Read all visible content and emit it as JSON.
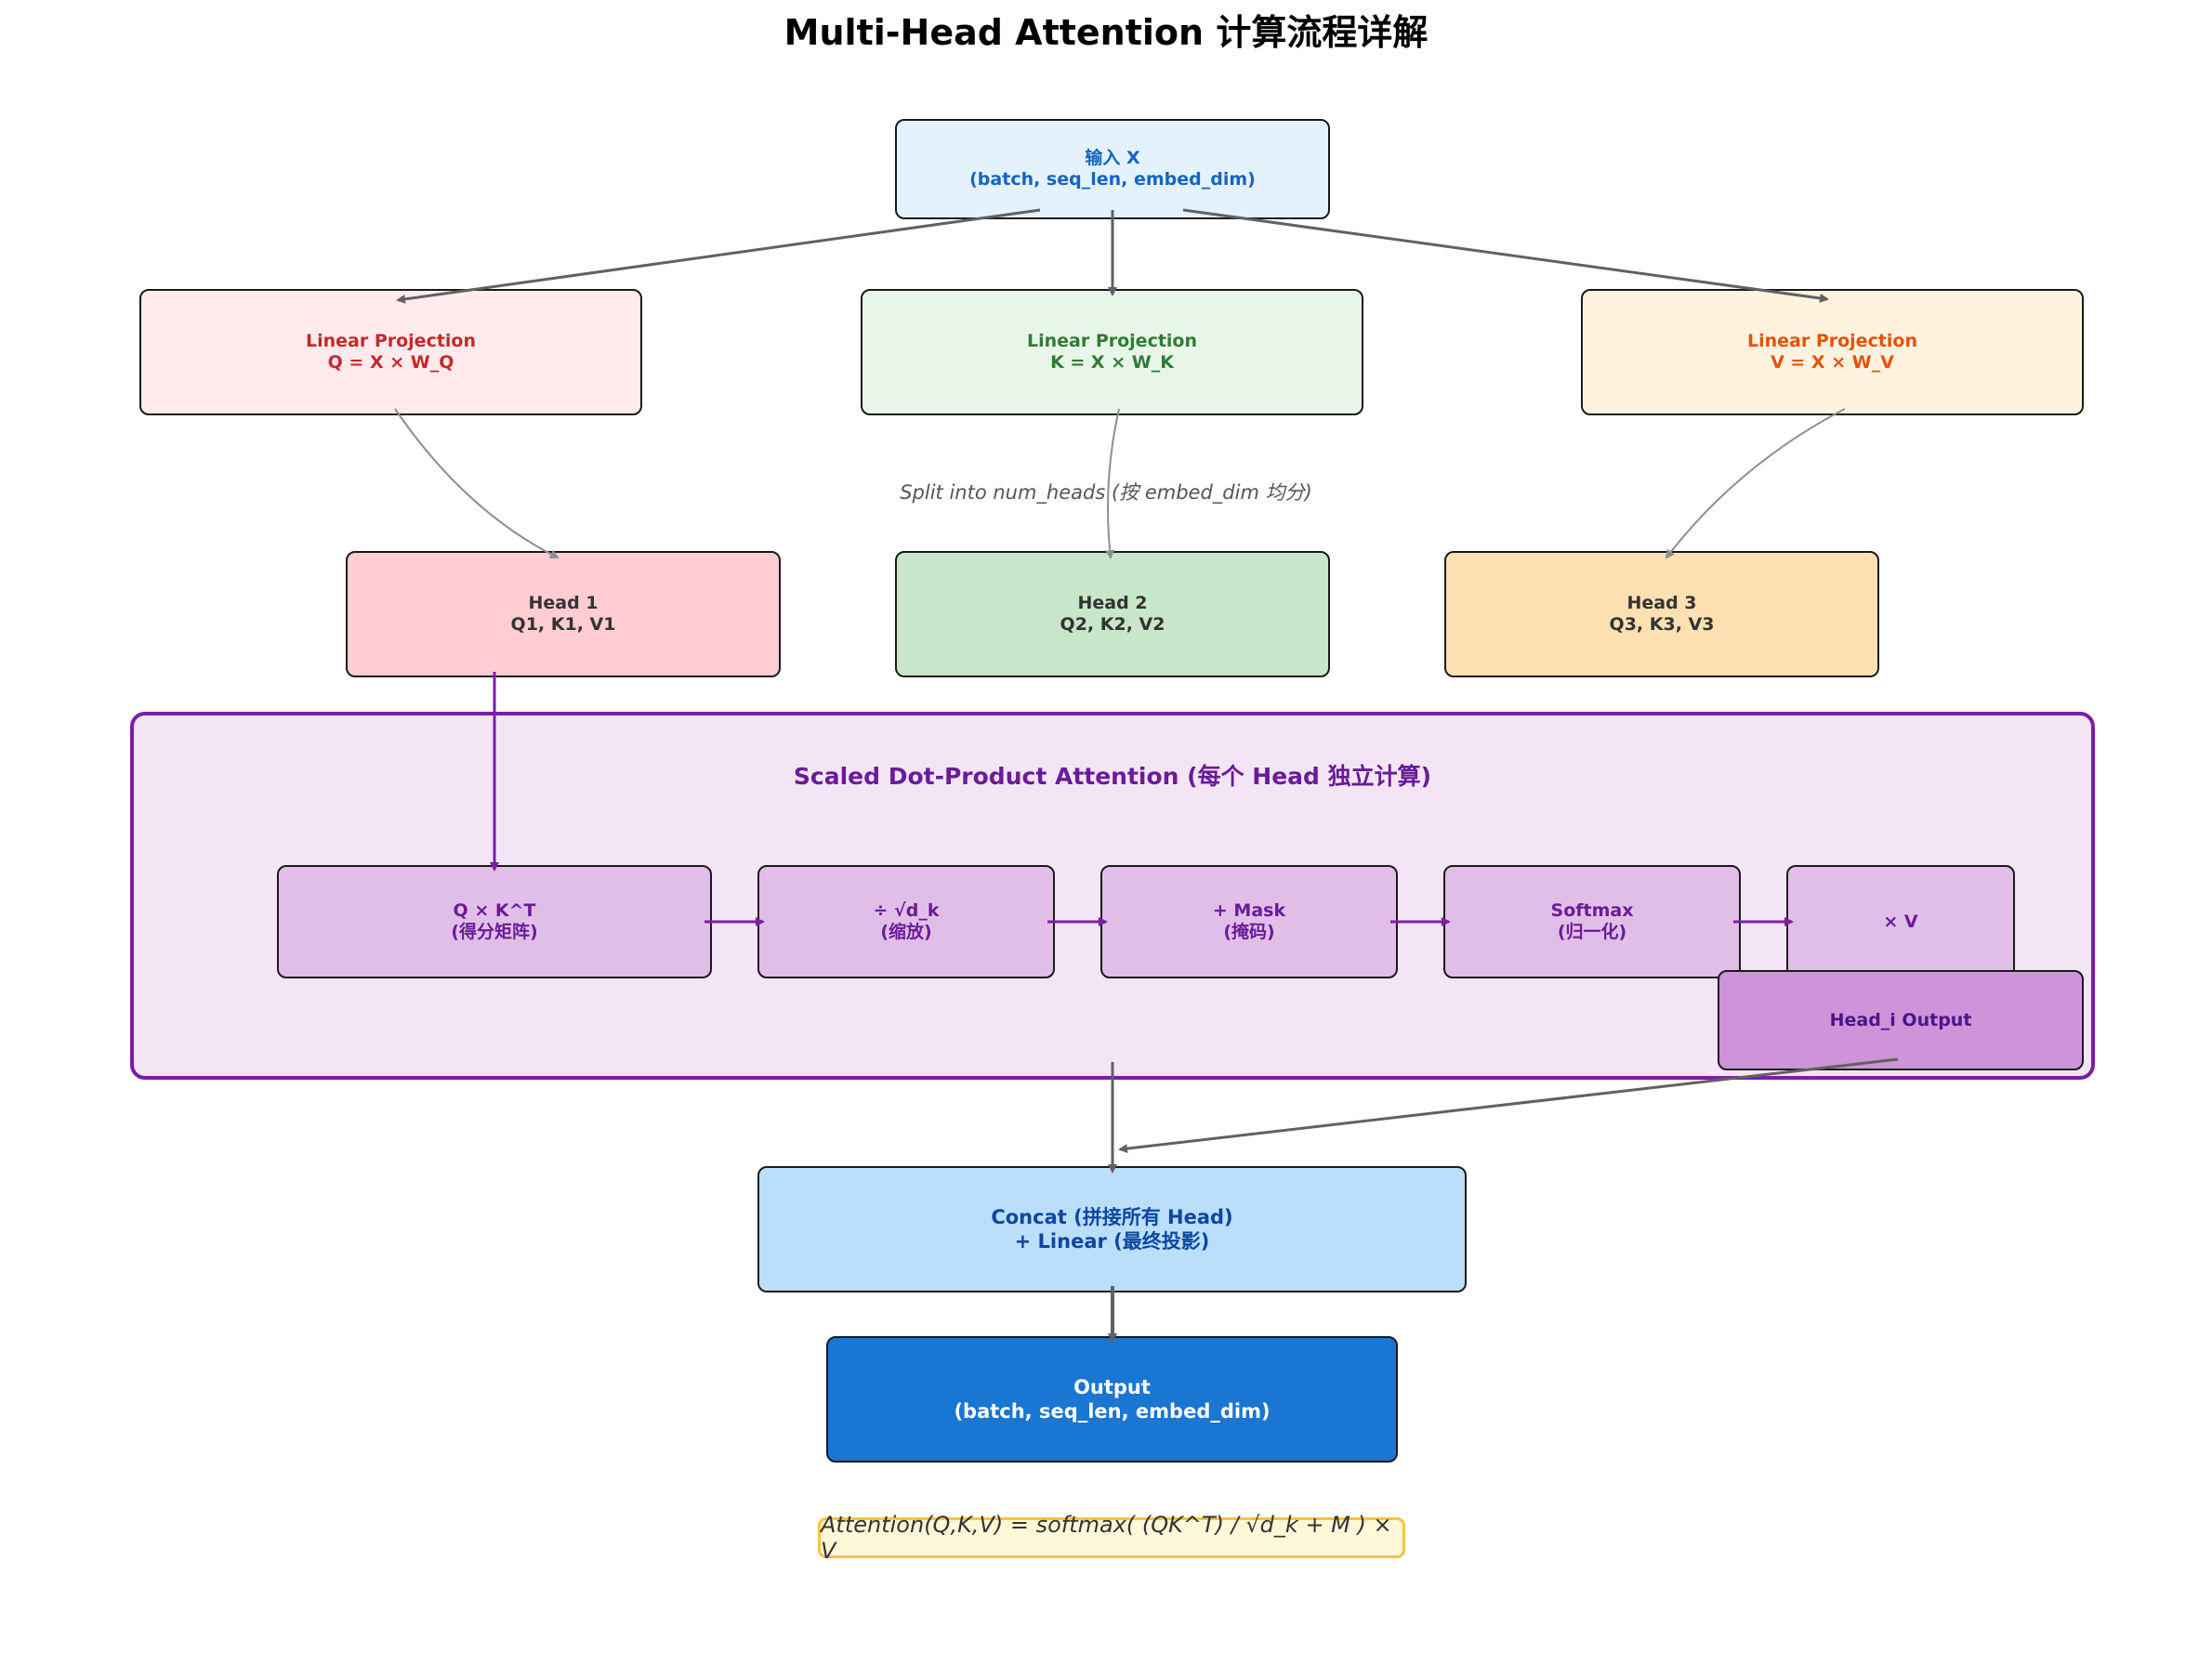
{
  "title": "Multi-Head Attention 计算流程详解",
  "input": {
    "line1": "输入 X",
    "line2": "(batch, seq_len, embed_dim)"
  },
  "projections": [
    {
      "line1": "Linear Projection",
      "line2": "Q = X × W_Q"
    },
    {
      "line1": "Linear Projection",
      "line2": "K = X × W_K"
    },
    {
      "line1": "Linear Projection",
      "line2": "V = X × W_V"
    }
  ],
  "split_note": "Split into num_heads (按 embed_dim 均分)",
  "heads": [
    {
      "line1": "Head 1",
      "line2": "Q1, K1, V1"
    },
    {
      "line1": "Head 2",
      "line2": "Q2, K2, V2"
    },
    {
      "line1": "Head 3",
      "line2": "Q3, K3, V3"
    }
  ],
  "attention": {
    "title": "Scaled Dot-Product Attention (每个 Head 独立计算)",
    "steps": [
      {
        "line1": "Q × K^T",
        "line2": "(得分矩阵)"
      },
      {
        "line1": "÷ √d_k",
        "line2": "(缩放)"
      },
      {
        "line1": "+ Mask",
        "line2": "(掩码)"
      },
      {
        "line1": "Softmax",
        "line2": "(归一化)"
      },
      {
        "line1": "× V",
        "line2": ""
      }
    ],
    "head_output": "Head_i Output"
  },
  "concat": {
    "line1": "Concat (拼接所有 Head)",
    "line2": "+ Linear (最终投影)"
  },
  "output": {
    "line1": "Output",
    "line2": "(batch, seq_len, embed_dim)"
  },
  "formula": "Attention(Q,K,V) = softmax( (QK^T) / √d_k + M ) × V",
  "colors": {
    "input_fill": "#e3f2fd",
    "input_text": "#1565c0",
    "q_fill": "#ffebee",
    "q_text": "#c62828",
    "k_fill": "#e8f5e9",
    "k_text": "#2e7d32",
    "v_fill": "#fff3e0",
    "v_text": "#e65100",
    "head1_fill": "#ffcdd2",
    "head2_fill": "#c8e6c9",
    "head3_fill": "#ffe0b2",
    "head_text": "#333333",
    "attention_fill": "#f3e5f5",
    "attention_border": "#7b1fa2",
    "step_fill": "#e1bee7",
    "step_text": "#6a1b9a",
    "head_output_fill": "#ce93d8",
    "head_output_text": "#4a148c",
    "concat_fill": "#bbdefb",
    "concat_text": "#0d47a1",
    "output_fill": "#1976d2",
    "output_text": "#ffffff",
    "formula_fill": "#fff8d8",
    "formula_border": "#f6c342"
  }
}
